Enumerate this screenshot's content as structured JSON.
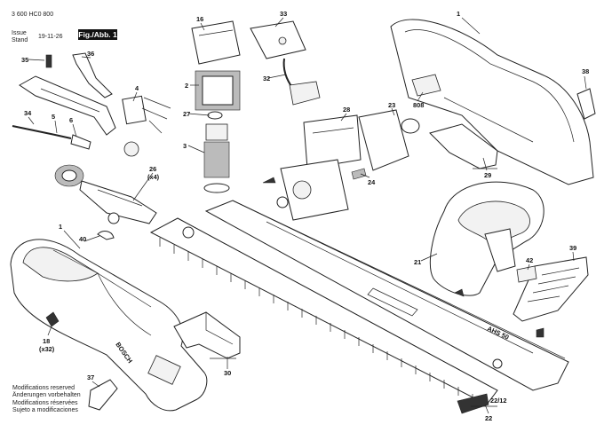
{
  "header": {
    "doc_number": "3 600 HC0 800",
    "issue_label": "Issue",
    "stand_label": "Stand",
    "date": "19-11-26",
    "figure_label": "Fig./Abb. 1"
  },
  "notes": [
    "Modifications reserved",
    "Änderungen vorbehalten",
    "Modifications réservées",
    "Sujeto a modificaciones"
  ],
  "callouts": {
    "c1a": "1",
    "c1b": "1",
    "c2": "2",
    "c3": "3",
    "c4": "4",
    "c5": "5",
    "c6": "6",
    "c16": "16",
    "c18": "18",
    "c18q": "(x32)",
    "c21": "21",
    "c22": "22",
    "c2212": "22/12",
    "c23": "23",
    "c24": "24",
    "c26": "26",
    "c26q": "(x4)",
    "c27": "27",
    "c28": "28",
    "c29": "29",
    "c30": "30",
    "c32": "32",
    "c33": "33",
    "c34": "34",
    "c35": "35",
    "c36": "36",
    "c37": "37",
    "c38": "38",
    "c39": "39",
    "c40": "40",
    "c42": "42",
    "c808": "808"
  },
  "brand": {
    "housing_text": "BOSCH",
    "blade_text": "AHS 50"
  }
}
